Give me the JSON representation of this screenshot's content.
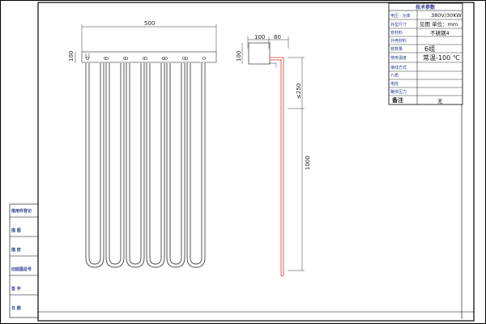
{
  "drawing": {
    "left_view": {
      "width_label": "500",
      "height_label": "100"
    },
    "side_view": {
      "width_label_a": "100",
      "width_label_b": "80",
      "height_label": "100",
      "upper_label": "≤250",
      "length_label": "1000"
    },
    "spec_table": {
      "title": "技术参数",
      "rows": [
        {
          "label": "电压 · 功率",
          "value": "380V/30KW"
        },
        {
          "label": "外型尺寸",
          "value": "见图  单位：mm"
        },
        {
          "label": "管材料",
          "value": "不锈钢4"
        },
        {
          "label": "外壳材料",
          "value": ""
        },
        {
          "label": "管数量",
          "value": "6组"
        },
        {
          "label": "使用温度",
          "value": "常温-100  ℃"
        },
        {
          "label": "接线方式",
          "value": ""
        },
        {
          "label": "介质",
          "value": ""
        },
        {
          "label": "电控",
          "value": ""
        },
        {
          "label": "罐体压力",
          "value": ""
        },
        {
          "label": "备注",
          "value": "无"
        }
      ]
    },
    "side_labels": [
      "借用件登记",
      "描   图",
      "描   校",
      "旧底图总号",
      "签   字",
      "日   期"
    ]
  },
  "colors": {
    "frame": "#000000",
    "annotation_blue": "#2b3a8f",
    "heater_red": "#d23a3a"
  }
}
